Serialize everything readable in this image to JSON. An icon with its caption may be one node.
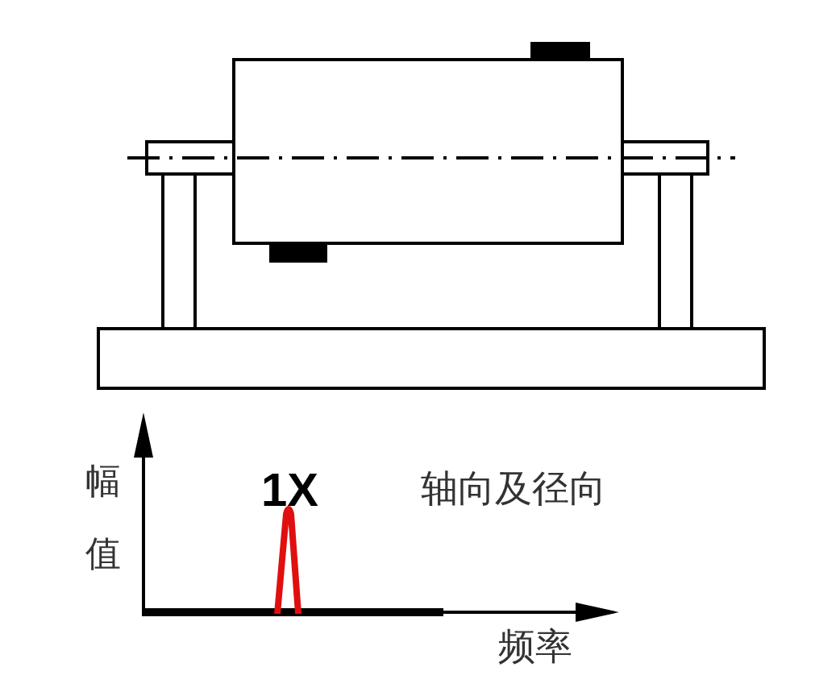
{
  "diagram": {
    "labels": [
      "幅值",
      "1X",
      "轴向及径向",
      "频率"
    ]
  }
}
